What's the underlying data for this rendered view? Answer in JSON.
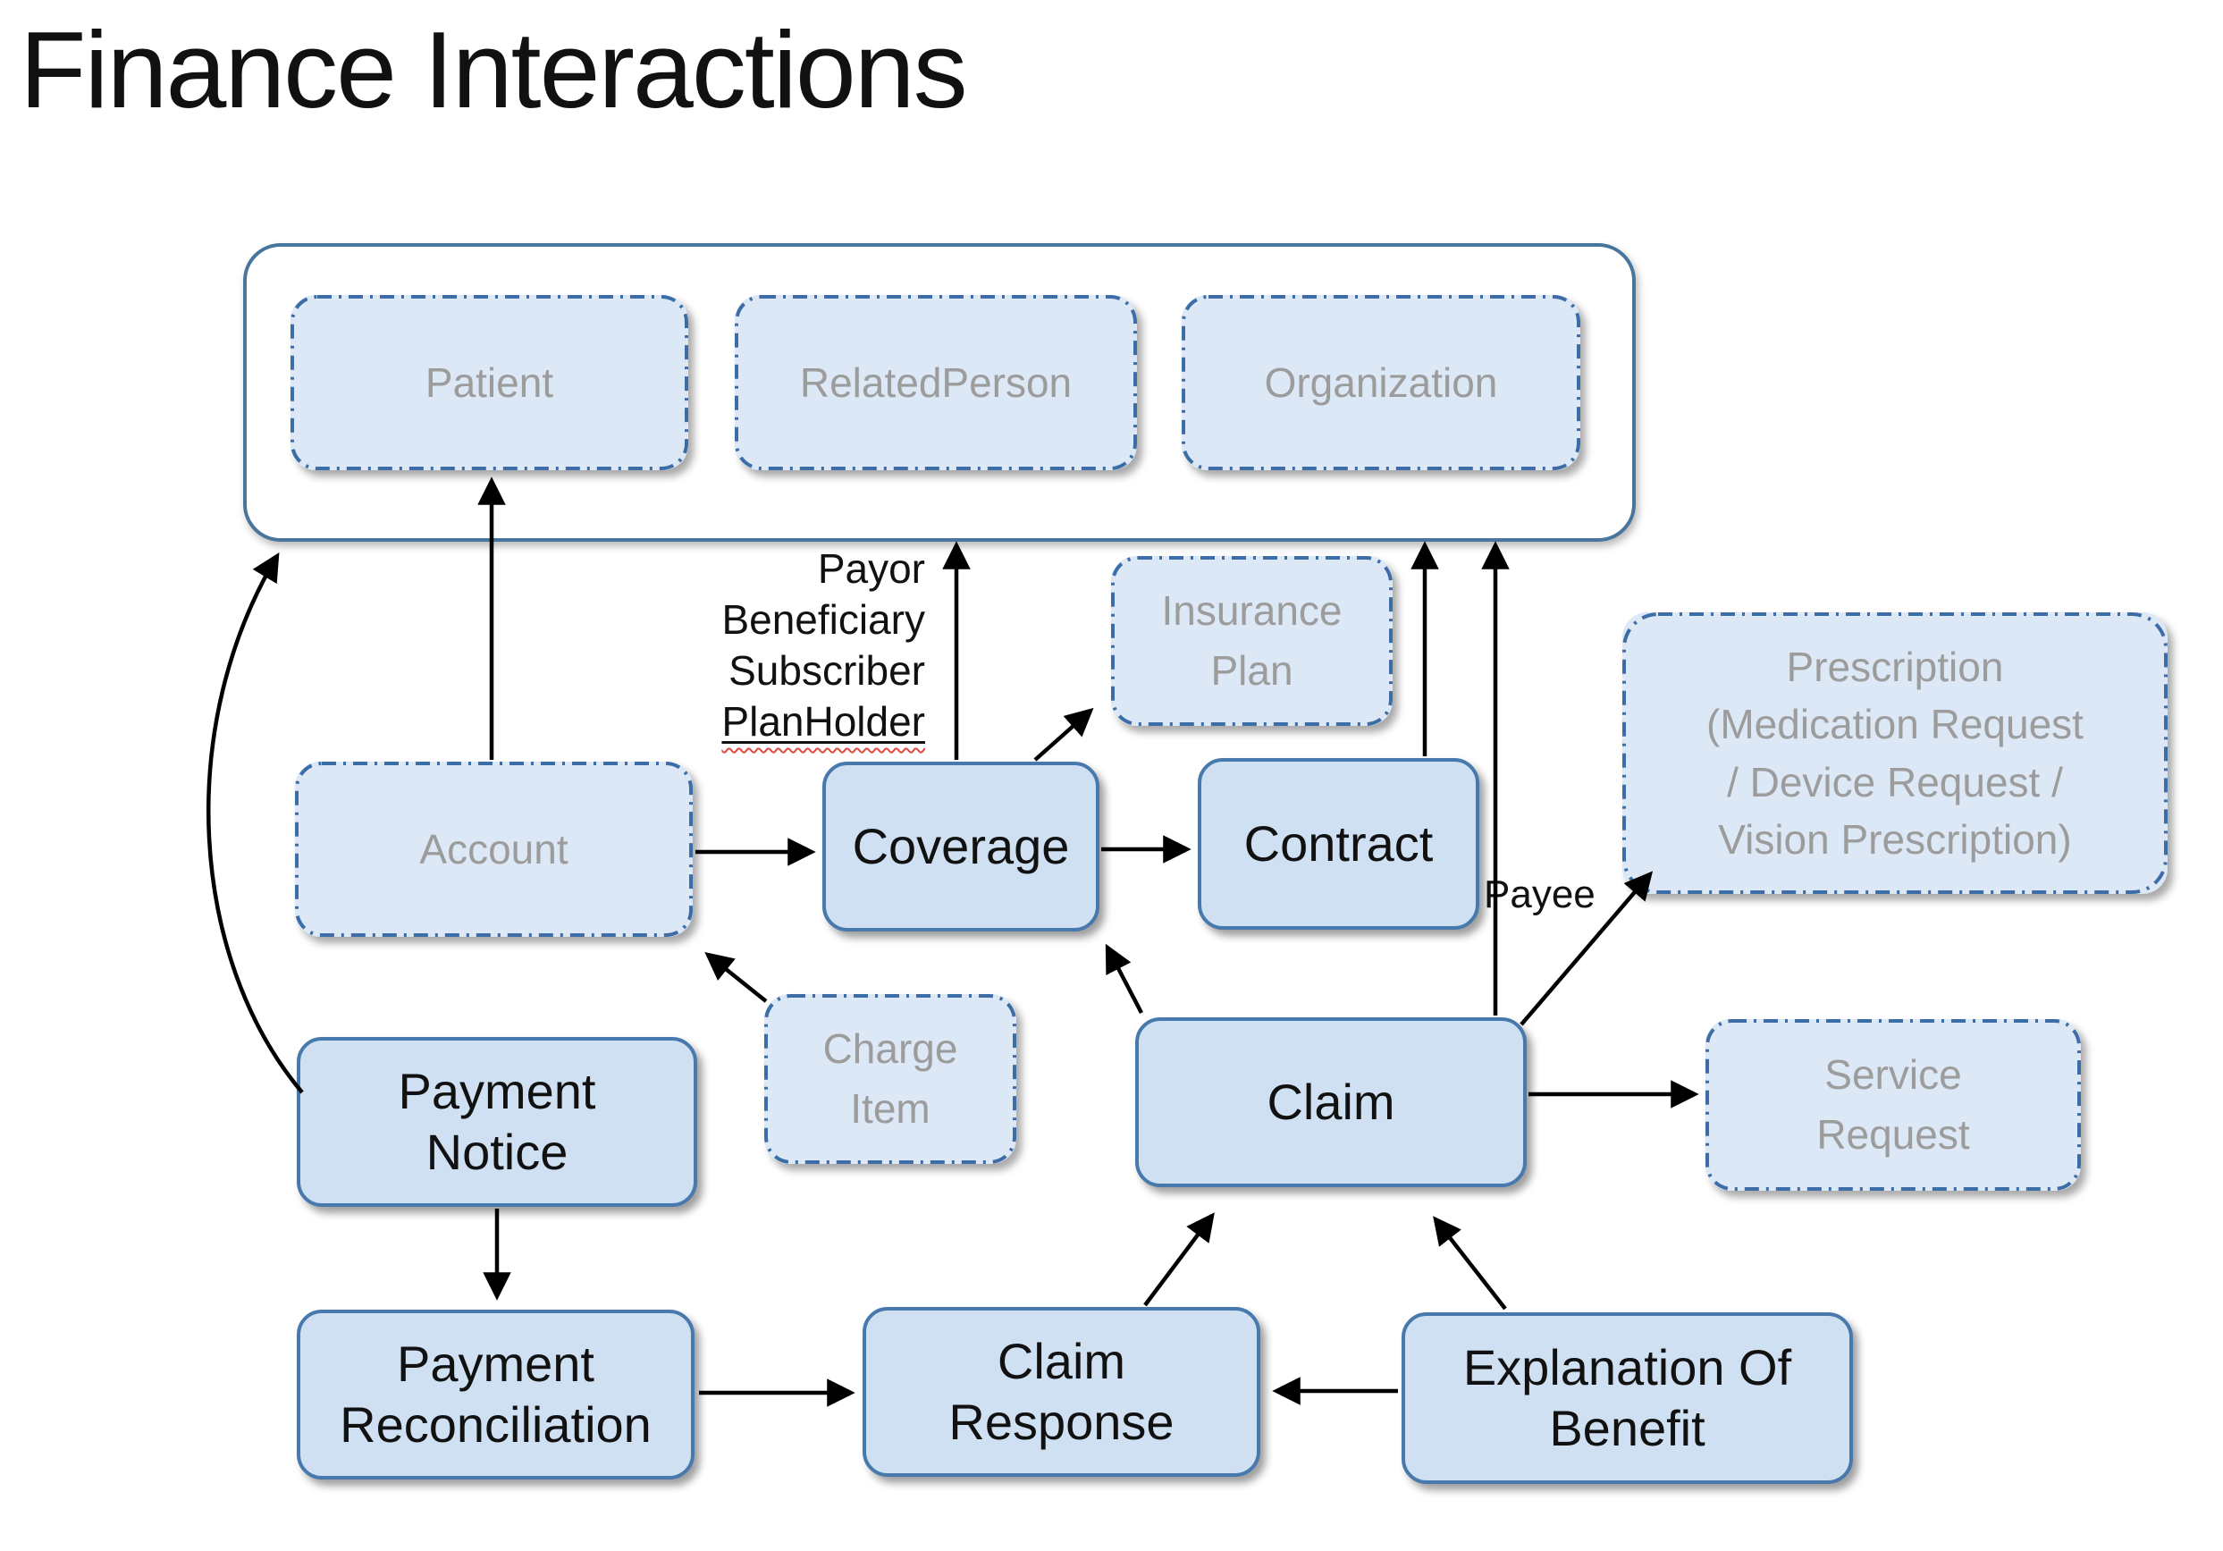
{
  "title": "Finance Interactions",
  "colors": {
    "solid-fill": "#cfe0f2",
    "solid-border": "#4779ad",
    "dashed-fill": "#dce8f6",
    "dashed-border": "#3c6da6",
    "container-border": "#48759c",
    "muted-text": "#9c9c9c",
    "arrow": "#000000",
    "label-text": "#111111",
    "spellcheck": "#e04a3f"
  },
  "nodes": {
    "patient": {
      "label": "Patient",
      "style": "dashed"
    },
    "related_person": {
      "label": "RelatedPerson",
      "style": "dashed"
    },
    "organization": {
      "label": "Organization",
      "style": "dashed"
    },
    "insurance_plan": {
      "label": "Insurance\nPlan",
      "style": "dashed"
    },
    "prescription": {
      "label": "Prescription\n(Medication Request\n/ Device Request /\nVision Prescription)",
      "style": "dashed"
    },
    "account": {
      "label": "Account",
      "style": "dashed"
    },
    "coverage": {
      "label": "Coverage",
      "style": "solid"
    },
    "contract": {
      "label": "Contract",
      "style": "solid"
    },
    "charge_item": {
      "label": "Charge\nItem",
      "style": "dashed"
    },
    "claim": {
      "label": "Claim",
      "style": "solid"
    },
    "service_request": {
      "label": "Service\nRequest",
      "style": "dashed"
    },
    "payment_notice": {
      "label": "Payment\nNotice",
      "style": "solid"
    },
    "payment_reconciliation": {
      "label": "Payment\nReconciliation",
      "style": "solid"
    },
    "claim_response": {
      "label": "Claim\nResponse",
      "style": "solid"
    },
    "explanation_of_benefit": {
      "label": "Explanation Of\nBenefit",
      "style": "solid"
    }
  },
  "edge_labels": {
    "coverage_party_roles": [
      "Payor",
      "Beneficiary",
      "Subscriber",
      "PlanHolder"
    ],
    "claim_payee": "Payee"
  }
}
